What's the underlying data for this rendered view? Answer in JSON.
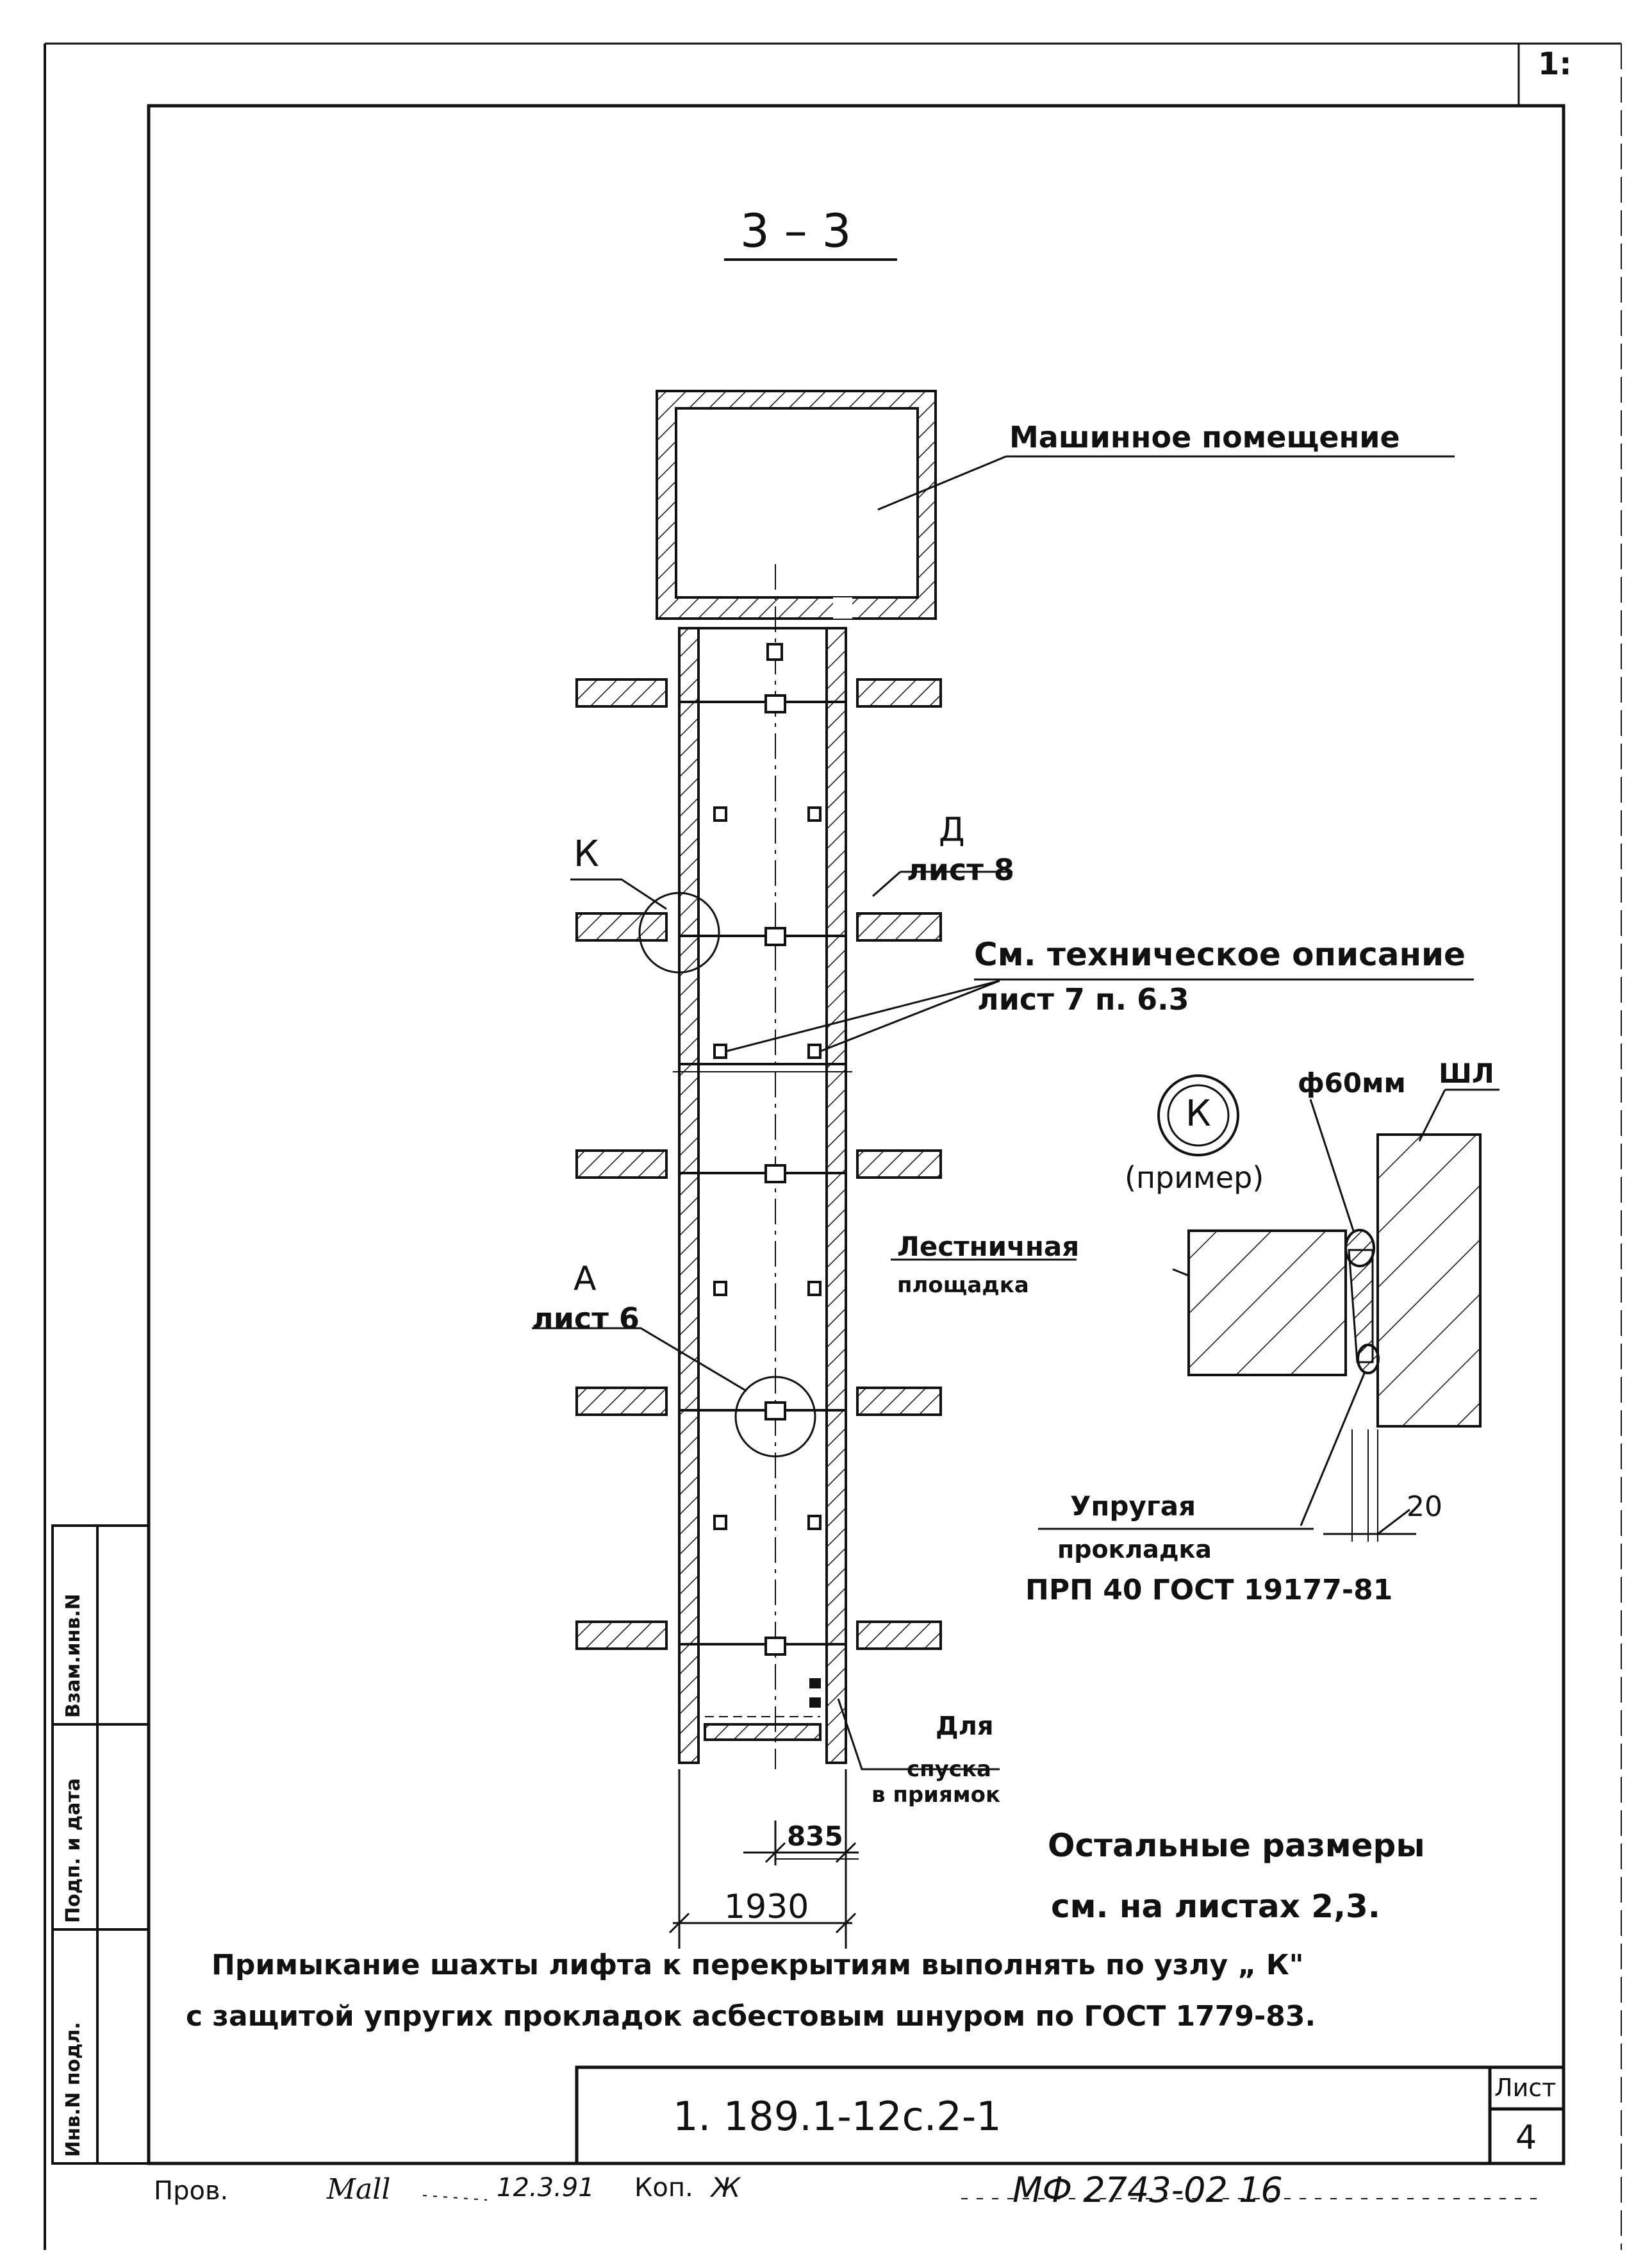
{
  "page_number_corner": "1:",
  "section_title": "3 – 3",
  "labels": {
    "machine_room": "Машинное помещение",
    "node_k": "К",
    "node_d": "Д",
    "node_d_sheet": "лист 8",
    "tech_desc_line1": "См. техническое описание",
    "tech_desc_line2": "лист 7  п. 6.3",
    "node_a": "А",
    "node_a_sheet": "лист 6",
    "pit_line1": "Для",
    "pit_line2": "спуска",
    "pit_line3": "в приямок",
    "dim_835": "835",
    "dim_1930": "1930"
  },
  "detail_k": {
    "circle_letter": "К",
    "example": "(пример)",
    "diameter": "ф60мм",
    "wall": "ШЛ",
    "landing_line1": "Лестничная",
    "landing_line2": "площадка",
    "gasket_line1": "Упругая",
    "gasket_line2": "прокладка",
    "gasket_spec": "ПРП 40 ГОСТ 19177-81",
    "dim_20": "20"
  },
  "notes": {
    "rest_line1": "Остальные размеры",
    "rest_line2": "см. на листах 2,3.",
    "main_line1": "Примыкание шахты лифта к перекрытиям выполнять по узлу „ К\"",
    "main_line2": "с защитой упругих прокладок асбестовым шнуром по ГОСТ 1779-83."
  },
  "side_stamp": {
    "inv_podl": "Инв.N подл.",
    "podp_data": "Подп. и дата",
    "vzam_inv": "Взам.инв.N"
  },
  "title_block": {
    "doc_code": "1. 189.1-12с.2-1",
    "sheet_label": "Лист",
    "sheet_number": "4"
  },
  "footer": {
    "prov": "Пров.",
    "signature": "Mall",
    "date": "12.3.91",
    "kop": "Коп.",
    "kop_sign": "Ж",
    "archive_code": "МФ 2743-02  16"
  }
}
